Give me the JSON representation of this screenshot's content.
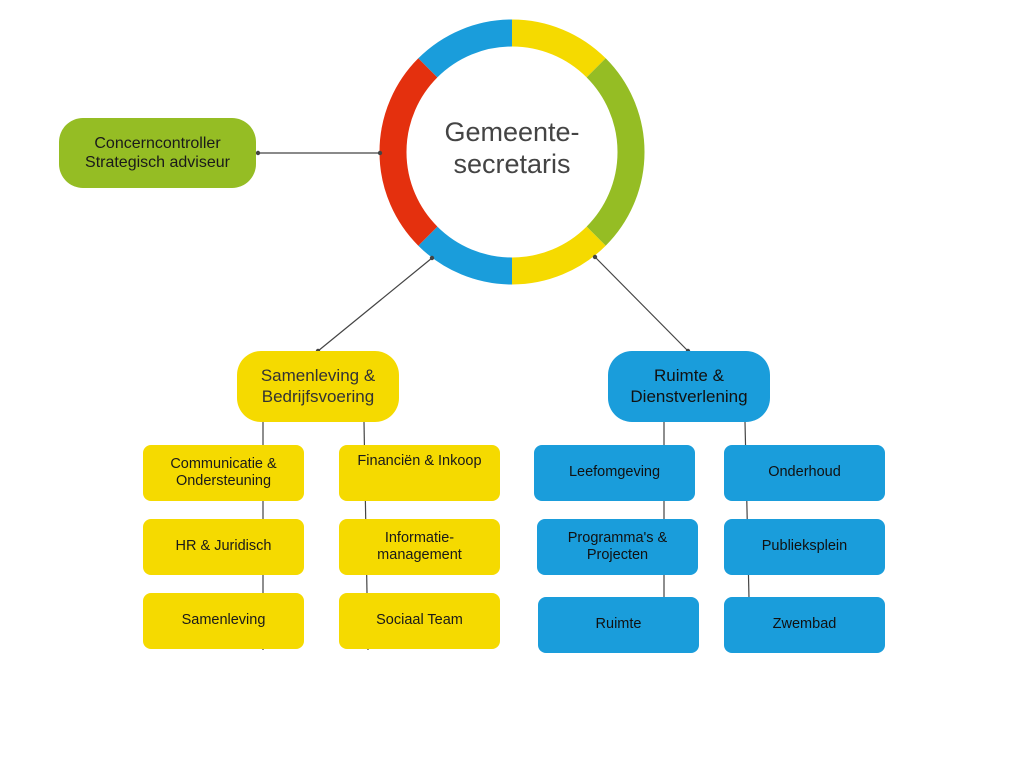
{
  "colors": {
    "yellow": "#f5da00",
    "blue": "#1a9ddb",
    "green": "#95bd24",
    "red": "#e4300e",
    "line": "#444444"
  },
  "center": {
    "line1": "Gemeente-",
    "line2": "secretaris"
  },
  "side": {
    "line1": "Concerncontroller",
    "line2": "Strategisch adviseur"
  },
  "left_branch": {
    "line1": "Samenleving &",
    "line2": "Bedrijfsvoering",
    "col1": [
      {
        "line1": "Communicatie &",
        "line2": "Ondersteuning"
      },
      {
        "line1": "HR & Juridisch",
        "line2": ""
      },
      {
        "line1": "Samenleving",
        "line2": ""
      }
    ],
    "col2": [
      {
        "line1": "Financiën & Inkoop",
        "line2": ""
      },
      {
        "line1": "Informatie-",
        "line2": "management"
      },
      {
        "line1": "Sociaal Team",
        "line2": ""
      }
    ]
  },
  "right_branch": {
    "line1": "Ruimte &",
    "line2": "Dienstverlening",
    "col1": [
      {
        "line1": "Leefomgeving",
        "line2": ""
      },
      {
        "line1": "Programma's &",
        "line2": "Projecten"
      },
      {
        "line1": "Ruimte",
        "line2": ""
      }
    ],
    "col2": [
      {
        "line1": "Onderhoud",
        "line2": ""
      },
      {
        "line1": "Publieksplein",
        "line2": ""
      },
      {
        "line1": "Zwembad",
        "line2": ""
      }
    ]
  }
}
